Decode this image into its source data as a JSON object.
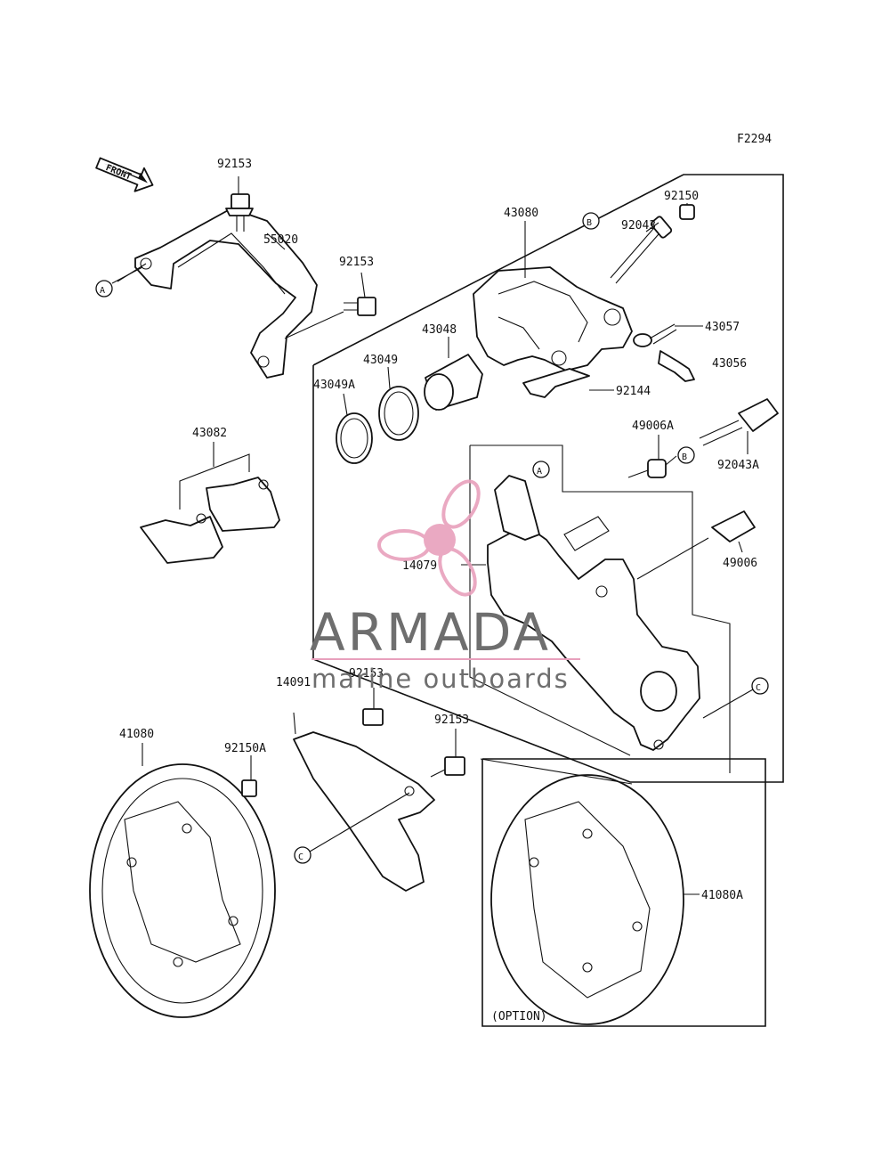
{
  "diagram_code": "F2294",
  "front_label": "FRONT",
  "part_labels": {
    "p92153_a": "92153",
    "p55020": "55020",
    "p92153_b": "92153",
    "p43080": "43080",
    "p92043": "92043",
    "p92150": "92150",
    "p43057": "43057",
    "p43056": "43056",
    "p43048": "43048",
    "p43049": "43049",
    "p43049A": "43049A",
    "p92144": "92144",
    "p43082": "43082",
    "p49006A": "49006A",
    "p92043A": "92043A",
    "p49006": "49006",
    "p14079": "14079",
    "p14091": "14091",
    "p92153_c": "92153",
    "p92153_d": "92153",
    "p41080": "41080",
    "p92150A": "92150A",
    "p41080A": "41080A"
  },
  "ref_markers": {
    "a1": "A",
    "a2": "A",
    "b1": "B",
    "b2": "B",
    "c1": "C",
    "c2": "C"
  },
  "option_label": "(OPTION)",
  "watermark": {
    "brand": "ARMADA",
    "tagline": "marine outboards",
    "logo_color": "#e8a0bc",
    "text_color": "#6e6e6e"
  }
}
